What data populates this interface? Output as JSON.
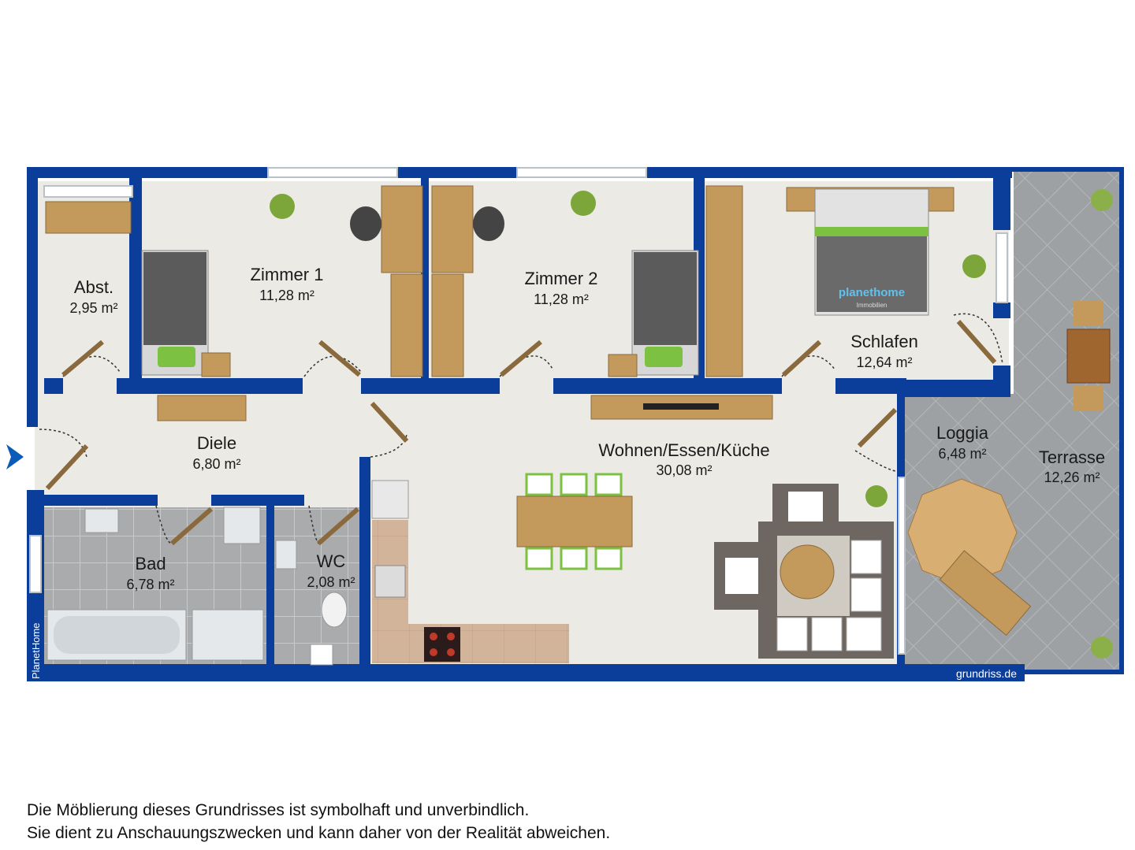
{
  "rooms": {
    "abst": {
      "name": "Abst.",
      "area": "2,95 m²"
    },
    "zimmer1": {
      "name": "Zimmer 1",
      "area": "11,28 m²"
    },
    "zimmer2": {
      "name": "Zimmer 2",
      "area": "11,28 m²"
    },
    "schlafen": {
      "name": "Schlafen",
      "area": "12,64 m²"
    },
    "diele": {
      "name": "Diele",
      "area": "6,80 m²"
    },
    "wohnen": {
      "name": "Wohnen/Essen/Küche",
      "area": "30,08 m²"
    },
    "loggia": {
      "name": "Loggia",
      "area": "6,48 m²"
    },
    "terrasse": {
      "name": "Terrasse",
      "area": "12,26 m²"
    },
    "bad": {
      "name": "Bad",
      "area": "6,78 m²"
    },
    "wc": {
      "name": "WC",
      "area": "2,08 m²"
    }
  },
  "watermarks": {
    "left": "PlanetHome",
    "right": "grundriss.de",
    "logo_text": "planethome",
    "logo_sub": "Immobilien"
  },
  "disclaimer": [
    "Die Möblierung dieses Grundrisses ist symbolhaft und unverbindlich.",
    "Sie dient zu Anschauungszwecken und kann daher von der Realität abweichen."
  ],
  "colors": {
    "wall": "#0b3d9a",
    "floor": "#ebeae4",
    "tile": "#a7a9ab",
    "terrace": "#9b9ea1",
    "wood": "#c49a5c",
    "accent_green": "#7dc142"
  }
}
